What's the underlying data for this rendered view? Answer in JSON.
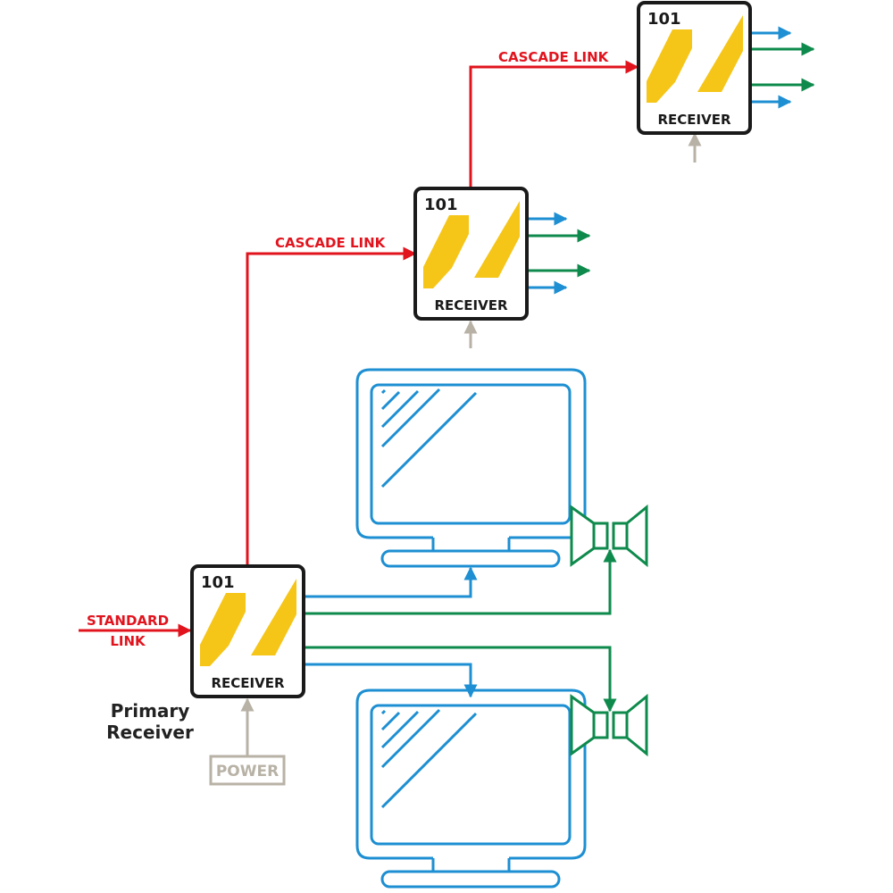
{
  "receivers": [
    {
      "number": "101",
      "label": "RECEIVER"
    },
    {
      "number": "101",
      "label": "RECEIVER"
    },
    {
      "number": "101",
      "label": "RECEIVER"
    }
  ],
  "links": {
    "cascade_upper": "CASCADE LINK",
    "cascade_lower": "CASCADE LINK",
    "standard_line1": "STANDARD",
    "standard_line2": "LINK"
  },
  "primary_label": {
    "line1": "Primary",
    "line2": "Receiver"
  },
  "power_label": "POWER",
  "colors": {
    "cascade": "#e1141e",
    "video": "#1d8fd2",
    "audio": "#0e8a4c",
    "power": "#b8b2a6",
    "logo": "#f5c518",
    "box": "#1a1a1a"
  }
}
